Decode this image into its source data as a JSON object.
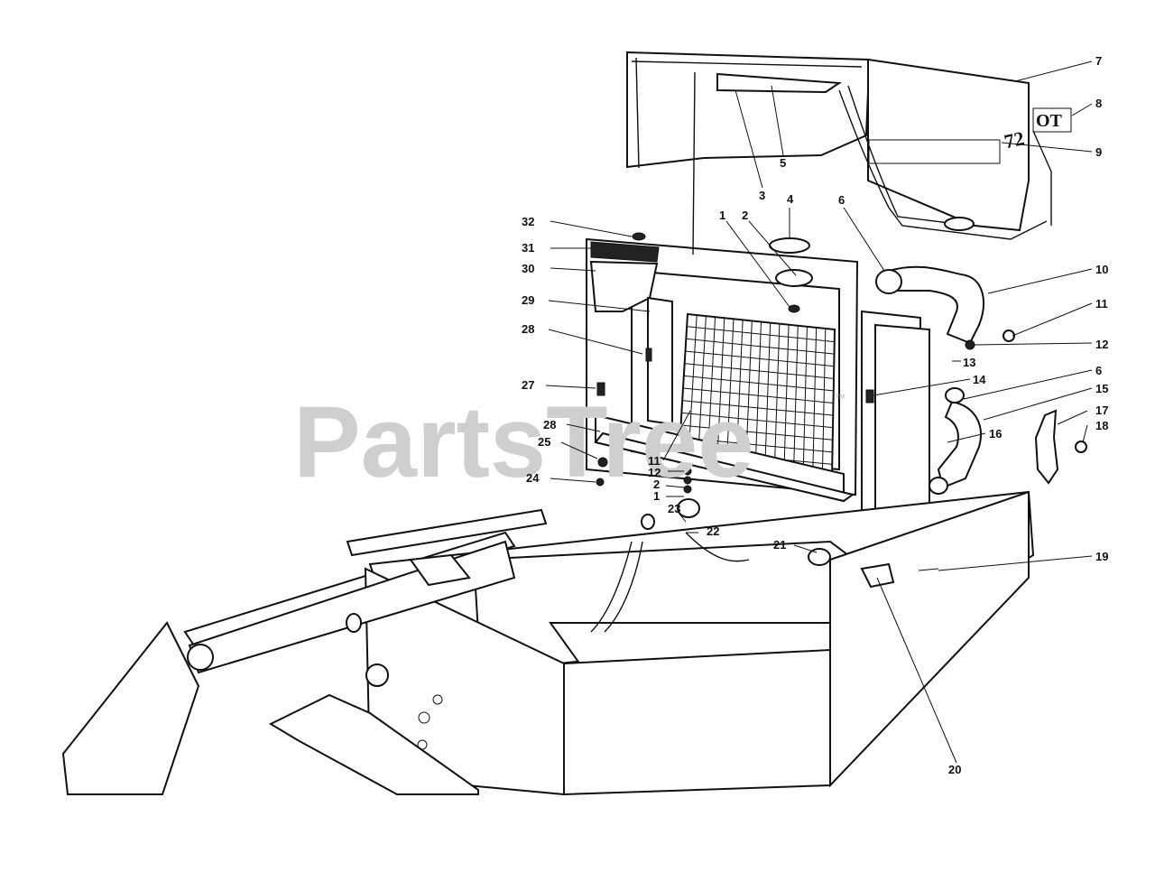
{
  "watermark": {
    "brand": "PartsTree",
    "tm": "™"
  },
  "decals": {
    "hood_number": "72",
    "hood_badge": "OT"
  },
  "callouts": [
    {
      "id": "c7",
      "text": "7"
    },
    {
      "id": "c8",
      "text": "8"
    },
    {
      "id": "c9",
      "text": "9"
    },
    {
      "id": "c5",
      "text": "5"
    },
    {
      "id": "c3",
      "text": "3"
    },
    {
      "id": "c4",
      "text": "4"
    },
    {
      "id": "c6a",
      "text": "6"
    },
    {
      "id": "c1a",
      "text": "1"
    },
    {
      "id": "c2a",
      "text": "2"
    },
    {
      "id": "c32",
      "text": "32"
    },
    {
      "id": "c31",
      "text": "31"
    },
    {
      "id": "c30",
      "text": "30"
    },
    {
      "id": "c10",
      "text": "10"
    },
    {
      "id": "c11a",
      "text": "11"
    },
    {
      "id": "c12a",
      "text": "12"
    },
    {
      "id": "c13",
      "text": "13"
    },
    {
      "id": "c29",
      "text": "29"
    },
    {
      "id": "c28a",
      "text": "28"
    },
    {
      "id": "c14",
      "text": "14"
    },
    {
      "id": "c6b",
      "text": "6"
    },
    {
      "id": "c15",
      "text": "15"
    },
    {
      "id": "c27",
      "text": "27"
    },
    {
      "id": "c17",
      "text": "17"
    },
    {
      "id": "c18",
      "text": "18"
    },
    {
      "id": "c16",
      "text": "16"
    },
    {
      "id": "c28b",
      "text": "28"
    },
    {
      "id": "c25",
      "text": "25"
    },
    {
      "id": "c11b",
      "text": "11"
    },
    {
      "id": "c12b",
      "text": "12"
    },
    {
      "id": "c24",
      "text": "24"
    },
    {
      "id": "c2b",
      "text": "2"
    },
    {
      "id": "c1b",
      "text": "1"
    },
    {
      "id": "c23",
      "text": "23"
    },
    {
      "id": "c22",
      "text": "22"
    },
    {
      "id": "c21",
      "text": "21"
    },
    {
      "id": "c19",
      "text": "19"
    },
    {
      "id": "c20",
      "text": "20"
    }
  ]
}
